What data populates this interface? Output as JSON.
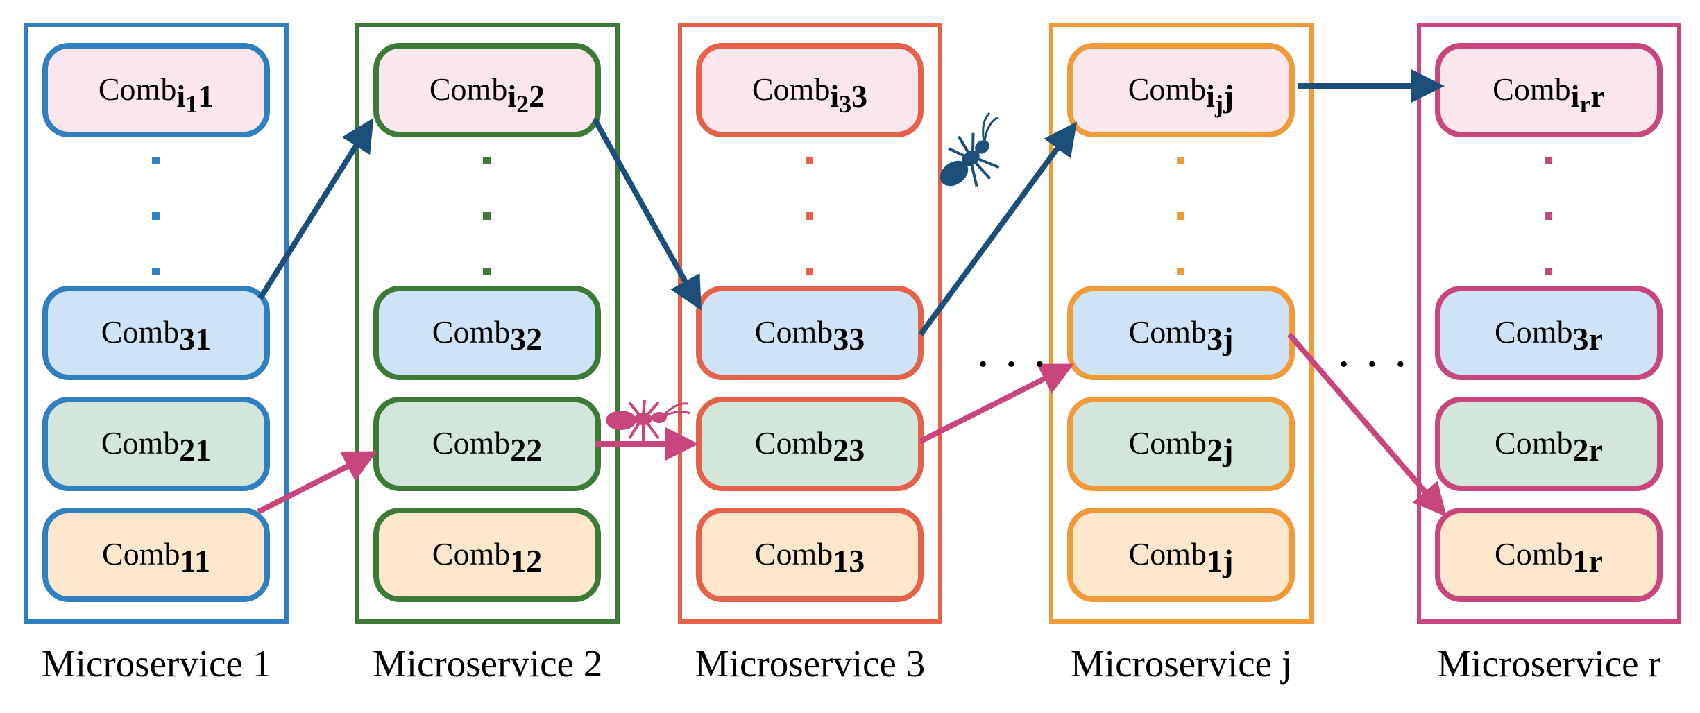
{
  "columns": [
    {
      "label": "Microservice 1",
      "color": "#2f7fc1",
      "top": {
        "prefix": "Comb",
        "main": "i",
        "sub": "1",
        "tail": "1"
      },
      "boxes": [
        {
          "prefix": "Comb",
          "index": "31"
        },
        {
          "prefix": "Comb",
          "index": "21"
        },
        {
          "prefix": "Comb",
          "index": "11"
        }
      ]
    },
    {
      "label": "Microservice 2",
      "color": "#3e7a37",
      "top": {
        "prefix": "Comb",
        "main": "i",
        "sub": "2",
        "tail": "2"
      },
      "boxes": [
        {
          "prefix": "Comb",
          "index": "32"
        },
        {
          "prefix": "Comb",
          "index": "22"
        },
        {
          "prefix": "Comb",
          "index": "12"
        }
      ]
    },
    {
      "label": "Microservice 3",
      "color": "#e4624a",
      "top": {
        "prefix": "Comb",
        "main": "i",
        "sub": "3",
        "tail": "3"
      },
      "boxes": [
        {
          "prefix": "Comb",
          "index": "33"
        },
        {
          "prefix": "Comb",
          "index": "23"
        },
        {
          "prefix": "Comb",
          "index": "13"
        }
      ]
    },
    {
      "label": "Microservice j",
      "color": "#f09a3a",
      "top": {
        "prefix": "Comb",
        "main": "i",
        "sub": "j",
        "tail": "j"
      },
      "boxes": [
        {
          "prefix": "Comb",
          "index": "3j"
        },
        {
          "prefix": "Comb",
          "index": "2j"
        },
        {
          "prefix": "Comb",
          "index": "1j"
        }
      ]
    },
    {
      "label": "Microservice r",
      "color": "#c8457e",
      "top": {
        "prefix": "Comb",
        "main": "i",
        "sub": "r",
        "tail": "r"
      },
      "boxes": [
        {
          "prefix": "Comb",
          "index": "3r"
        },
        {
          "prefix": "Comb",
          "index": "2r"
        },
        {
          "prefix": "Comb",
          "index": "1r"
        }
      ]
    }
  ],
  "box_fills": {
    "top": "#fce6ee",
    "row3": "#cfe3f7",
    "row2": "#d2e6db",
    "row1": "#fde7cc"
  },
  "path_colors": {
    "blue": "#1b4f7a",
    "pink": "#c8457e"
  },
  "ellipsis": "· · ·",
  "icons": [
    "ant-icon-blue",
    "ant-icon-pink"
  ]
}
